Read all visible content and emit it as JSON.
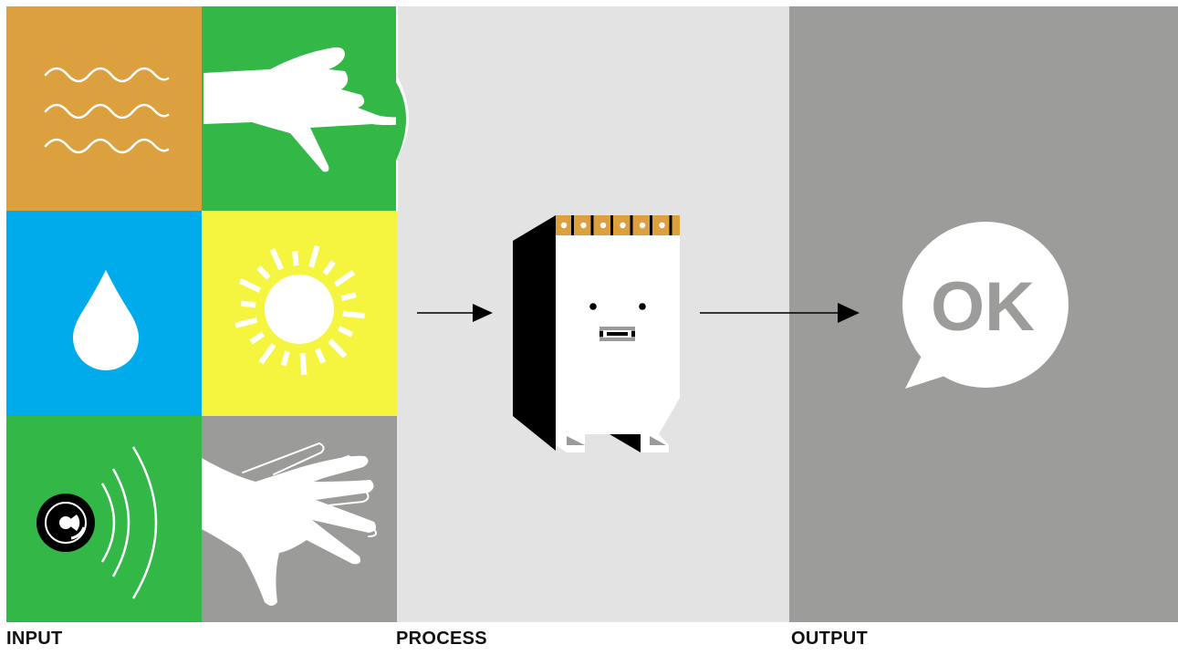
{
  "colors": {
    "orange": "#dca03e",
    "green": "#33b848",
    "blue": "#00abeb",
    "yellow": "#f5f540",
    "gray_tile": "#9b9b99",
    "process_bg": "#e3e3e3",
    "output_bg": "#9c9c9a",
    "pin": "#dca03e",
    "white": "#ffffff",
    "black": "#000000"
  },
  "input": {
    "label": "INPUT",
    "tiles": [
      {
        "name": "waves-icon",
        "color": "orange"
      },
      {
        "name": "pointing-hand-icon",
        "color": "green"
      },
      {
        "name": "water-drop-icon",
        "color": "blue"
      },
      {
        "name": "sun-icon",
        "color": "yellow"
      },
      {
        "name": "sound-speaker-icon",
        "color": "green"
      },
      {
        "name": "waving-hand-icon",
        "color": "gray_tile"
      }
    ]
  },
  "process": {
    "label": "PROCESS",
    "icon": "chip-robot-icon"
  },
  "output": {
    "label": "OUTPUT",
    "bubble_text": "OK",
    "icon": "speech-bubble-icon"
  }
}
